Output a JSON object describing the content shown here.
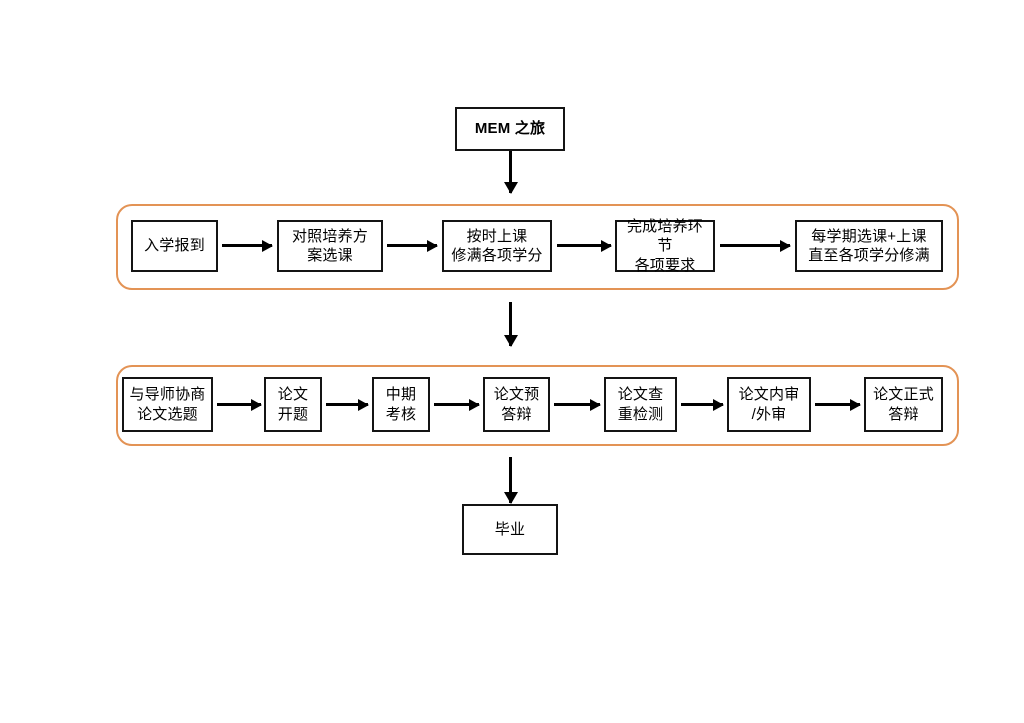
{
  "diagram": {
    "title_node": {
      "label": "MEM 之旅"
    },
    "end_node": {
      "label": "毕业"
    },
    "accent_color": "#E39355",
    "node_border_color": "#141414",
    "connector_color": "#000000",
    "stage_one": {
      "group_name": "coursework-stage",
      "steps": [
        {
          "label": "入学报到"
        },
        {
          "label": "对照培养方\n案选课"
        },
        {
          "label": "按时上课\n修满各项学分"
        },
        {
          "label": "完成培养环节\n各项要求"
        },
        {
          "label": "每学期选课+上课\n直至各项学分修满"
        }
      ]
    },
    "stage_two": {
      "group_name": "thesis-stage",
      "steps": [
        {
          "label": "与导师协商\n论文选题"
        },
        {
          "label": "论文\n开题"
        },
        {
          "label": "中期\n考核"
        },
        {
          "label": "论文预\n答辩"
        },
        {
          "label": "论文查\n重检测"
        },
        {
          "label": "论文内审\n/外审"
        },
        {
          "label": "论文正式\n答辩"
        }
      ]
    }
  }
}
